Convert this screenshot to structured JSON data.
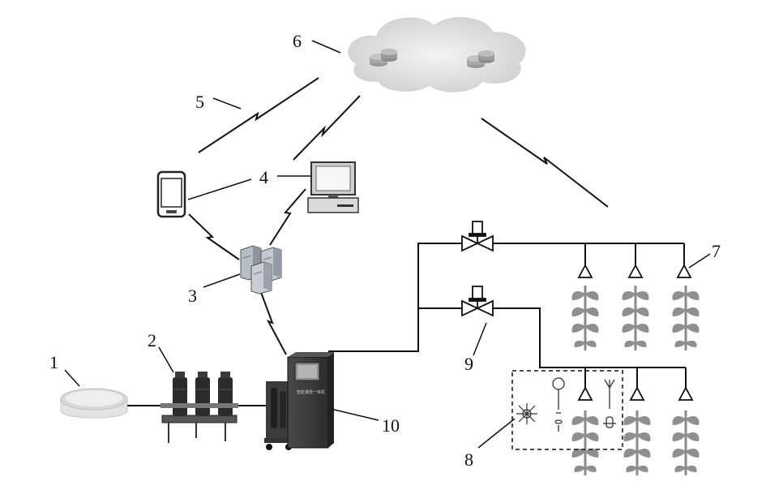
{
  "callouts": {
    "n1": "1",
    "n2": "2",
    "n3": "3",
    "n4": "4",
    "n5": "5",
    "n6": "6",
    "n7": "7",
    "n8": "8",
    "n9": "9",
    "n10": "10"
  },
  "colors": {
    "line": "#111111",
    "equipment": "#2a2a2a",
    "server": "#9aa3ad",
    "plant": "#8a8a8a",
    "cloud": "#dcdcdc"
  },
  "icons": {
    "reservoir": "reservoir-icon",
    "filters": "filter-group-icon",
    "server": "server-icon",
    "phone": "smartphone-icon",
    "computer": "desktop-computer-icon",
    "cloud": "cloud-icon",
    "valve": "solenoid-valve-icon",
    "sprinkler": "sprinkler-head-icon",
    "sensor_box": "sensor-station-icon",
    "controller": "control-cabinet-icon"
  }
}
